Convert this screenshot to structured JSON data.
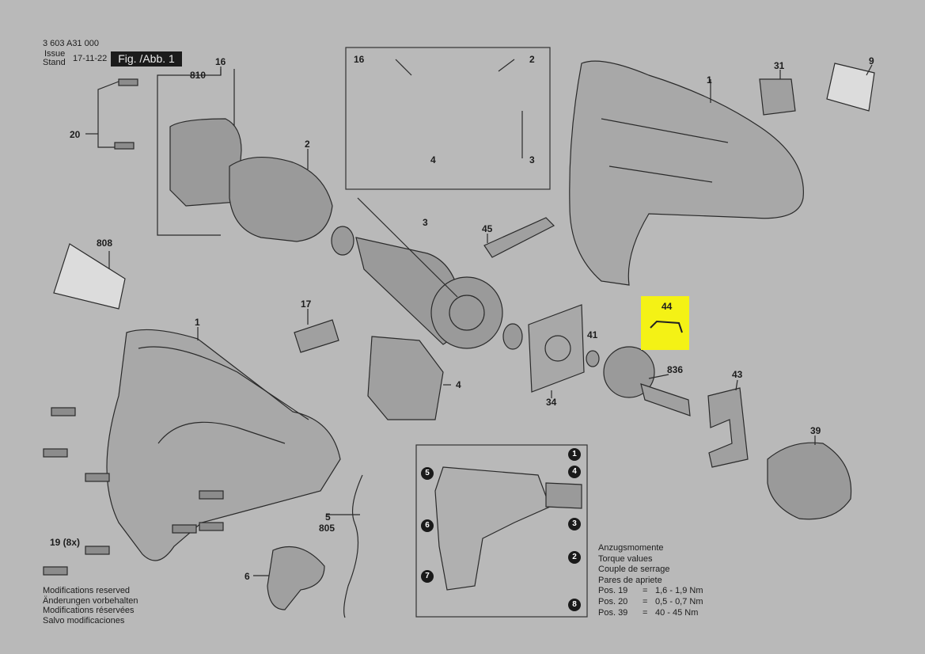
{
  "header": {
    "doc_number": "3 603 A31 000",
    "issue_label": "Issue",
    "stand_label": "Stand",
    "issue_date": "17-11-22",
    "figure_label": "Fig. /Abb. 1"
  },
  "modifications_note": [
    "Modifications reserved",
    "Änderungen vorbehalten",
    "Modifications réservées",
    "Salvo modificaciones"
  ],
  "torque": {
    "titles": [
      "Anzugsmomente",
      "Torque values",
      "Couple de serrage",
      "Pares de apriete"
    ],
    "rows": [
      {
        "pos": "Pos. 19",
        "eq": "=",
        "value": "1,6 - 1,9 Nm"
      },
      {
        "pos": "Pos. 20",
        "eq": "=",
        "value": "0,5 - 0,7 Nm"
      },
      {
        "pos": "Pos. 39",
        "eq": "=",
        "value": "40 - 45 Nm"
      }
    ]
  },
  "callouts": {
    "c16a": "16",
    "c810": "810",
    "c20": "20",
    "c2a": "2",
    "c808": "808",
    "c1a": "1",
    "c19": "19 (8x)",
    "c16b": "16",
    "c2b": "2",
    "c4a": "4",
    "c3a": "3",
    "c3b": "3",
    "c45": "45",
    "c17": "17",
    "c4b": "4",
    "c5": "5",
    "c805": "805",
    "c6": "6",
    "c1b": "1",
    "c31": "31",
    "c9": "9",
    "c44": "44",
    "c41": "41",
    "c836": "836",
    "c43": "43",
    "c34": "34",
    "c39": "39"
  },
  "badges": [
    "1",
    "2",
    "3",
    "4",
    "5",
    "6",
    "7",
    "8"
  ],
  "highlight_color": "#f4f215"
}
